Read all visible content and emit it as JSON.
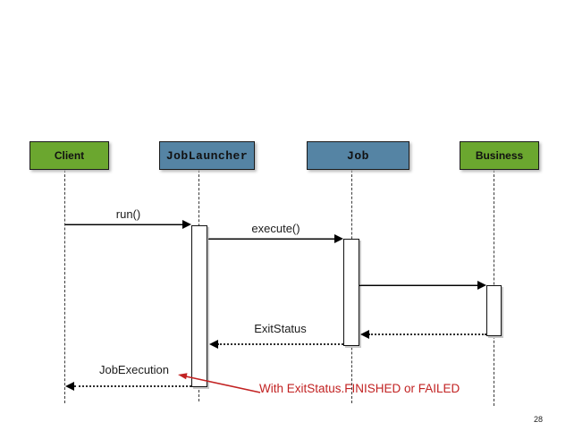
{
  "diagram": {
    "type": "uml-sequence",
    "actors": [
      {
        "name": "Client",
        "fill": "#6BA72F"
      },
      {
        "name": "JobLauncher",
        "fill": "#5584A4"
      },
      {
        "name": "Job",
        "fill": "#5584A4"
      },
      {
        "name": "Business",
        "fill": "#6BA72F"
      }
    ],
    "messages": [
      {
        "label": "run()",
        "from": "Client",
        "to": "JobLauncher",
        "line": "solid"
      },
      {
        "label": "execute()",
        "from": "JobLauncher",
        "to": "Job",
        "line": "solid"
      },
      {
        "label": "",
        "from": "Job",
        "to": "Business",
        "line": "solid"
      },
      {
        "label": "",
        "from": "Business",
        "to": "Job",
        "line": "dotted"
      },
      {
        "label": "ExitStatus",
        "from": "Job",
        "to": "JobLauncher",
        "line": "dotted"
      },
      {
        "label": "JobExecution",
        "from": "JobLauncher",
        "to": "Client",
        "line": "dotted"
      }
    ],
    "annotation": {
      "text": "With ExitStatus.FINISHED or FAILED",
      "color": "#C22222"
    },
    "page_number": "28",
    "colors": {
      "actor_green": "#6BA72F",
      "actor_blue": "#5584A4",
      "annotation_red": "#C22222",
      "line": "#000000"
    }
  }
}
